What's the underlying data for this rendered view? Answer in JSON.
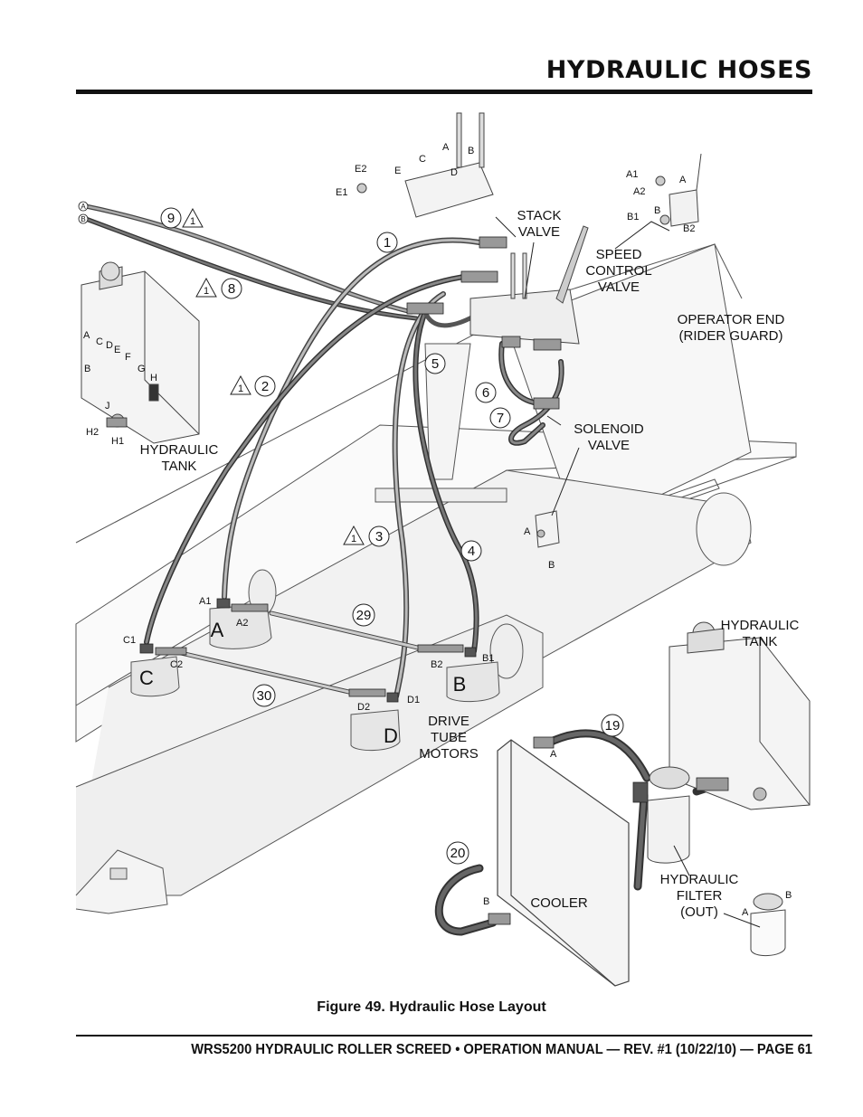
{
  "header": {
    "title": "HYDRAULIC HOSES"
  },
  "figure": {
    "caption": "Figure 49. Hydraulic Hose Layout"
  },
  "footer": {
    "text": "WRS5200 HYDRAULIC ROLLER SCREED • OPERATION MANUAL — REV. #1 (10/22/10) — PAGE 61"
  },
  "labels": {
    "stack_valve_1": "STACK",
    "stack_valve_2": "VALVE",
    "speed_1": "SPEED",
    "speed_2": "CONTROL",
    "speed_3": "VALVE",
    "operator_1": "OPERATOR END",
    "operator_2": "(RIDER GUARD)",
    "solenoid_1": "SOLENOID",
    "solenoid_2": "VALVE",
    "tank_left_1": "HYDRAULIC",
    "tank_left_2": "TANK",
    "tank_right_1": "HYDRAULIC",
    "tank_right_2": "TANK",
    "drive_1": "DRIVE",
    "drive_2": "TUBE",
    "drive_3": "MOTORS",
    "filter_1": "HYDRAULIC",
    "filter_2": "FILTER",
    "filter_3": "(OUT)",
    "cooler": "COOLER"
  },
  "motors": [
    "A",
    "B",
    "C",
    "D"
  ],
  "callouts": [
    "9",
    "1",
    "8",
    "1",
    "1",
    "2",
    "5",
    "6",
    "7",
    "3",
    "4",
    "29",
    "30",
    "19",
    "20"
  ],
  "warnings": [
    "1",
    "1",
    "1",
    "1"
  ],
  "ports": {
    "a": "A",
    "b": "B",
    "c": "C",
    "d": "D",
    "e": "E",
    "f": "F",
    "g": "G",
    "h": "H",
    "j": "J",
    "e1": "E1",
    "e2": "E2",
    "a1": "A1",
    "a2": "A2",
    "b1": "B1",
    "b2": "B2",
    "c1": "C1",
    "c2": "C2",
    "d1": "D1",
    "d2": "D2",
    "h1": "H1",
    "h2": "H2"
  }
}
